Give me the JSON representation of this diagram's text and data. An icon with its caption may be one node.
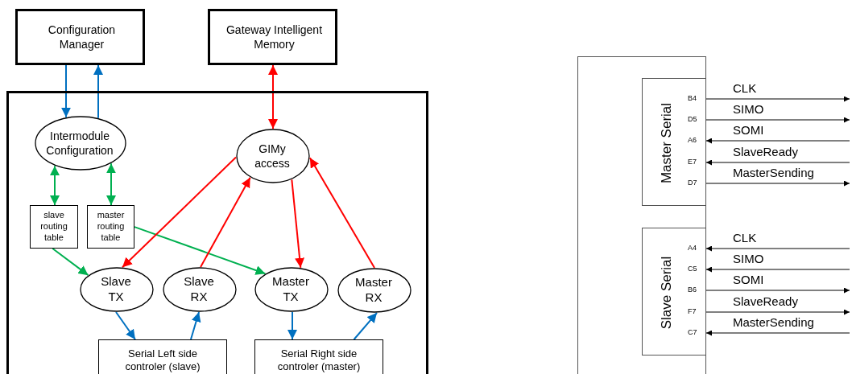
{
  "diagram": {
    "nodes": [
      {
        "text": [
          "Configuration Manager"
        ]
      },
      {
        "text": [
          "Gateway Intelligent Memory"
        ]
      },
      {
        "text": [],
        "shape": "box"
      },
      {
        "text": [
          "Intermodule Configuration"
        ],
        "in": 2
      },
      {
        "text": [
          "GIMy access"
        ],
        "in": 2
      },
      {
        "text": [
          "slave routing table"
        ],
        "in": 2
      },
      {
        "text": [
          "master routing table"
        ],
        "in": 2
      },
      {
        "text": [
          "Slave TX"
        ],
        "in": 2
      },
      {
        "text": [
          "Slave RX"
        ],
        "in": 2
      },
      {
        "text": [
          "Master TX"
        ],
        "in": 2
      },
      {
        "text": [
          "Master RX"
        ],
        "in": 2
      },
      {
        "text": [
          "Serial Left side controler (slave)"
        ],
        "in": 2
      },
      {
        "text": [
          "Serial Right side controler (master)"
        ],
        "in": 2
      },
      {
        "text": [],
        "shape": "box"
      },
      {
        "text": [
          "Master Serial",
          "B4",
          "D5",
          "A6",
          "E7",
          "D7"
        ],
        "in": 13
      },
      {
        "text": [
          "Slave Serial",
          "A4",
          "C5",
          "B6",
          "F7",
          "C7"
        ],
        "in": 13
      }
    ],
    "edges": [
      {
        "from": 0,
        "to": 3,
        "arrow": "to",
        "color": "#0070c0"
      },
      {
        "from": 3,
        "to": 0,
        "arrow": "to",
        "color": "#0070c0"
      },
      {
        "from": 1,
        "to": 4,
        "arrow": "both",
        "color": "#ff0000"
      },
      {
        "from": 3,
        "to": 5,
        "arrow": "both",
        "color": "#00b050"
      },
      {
        "from": 3,
        "to": 6,
        "arrow": "both",
        "color": "#00b050"
      },
      {
        "from": 5,
        "to": 7,
        "arrow": "to",
        "color": "#00b050"
      },
      {
        "from": 6,
        "to": 9,
        "arrow": "to",
        "color": "#00b050"
      },
      {
        "from": 4,
        "to": 7,
        "arrow": "to",
        "color": "#ff0000"
      },
      {
        "from": 8,
        "to": 4,
        "arrow": "to",
        "color": "#ff0000"
      },
      {
        "from": 4,
        "to": 9,
        "arrow": "to",
        "color": "#ff0000"
      },
      {
        "from": 10,
        "to": 4,
        "arrow": "to",
        "color": "#ff0000"
      },
      {
        "from": 7,
        "to": 11,
        "arrow": "to",
        "color": "#0070c0"
      },
      {
        "from": 11,
        "to": 8,
        "arrow": "to",
        "color": "#0070c0"
      },
      {
        "from": 9,
        "to": 12,
        "arrow": "to",
        "color": "#0070c0"
      },
      {
        "from": 12,
        "to": 10,
        "arrow": "to",
        "color": "#0070c0"
      },
      {
        "from": 14,
        "to": null,
        "arrow": "to",
        "label": "CLK"
      },
      {
        "from": 14,
        "to": null,
        "arrow": "to",
        "label": "SIMO"
      },
      {
        "from": null,
        "to": 14,
        "arrow": "to",
        "label": "SOMI"
      },
      {
        "from": null,
        "to": 14,
        "arrow": "to",
        "label": "SlaveReady"
      },
      {
        "from": 14,
        "to": null,
        "arrow": "to",
        "label": "MasterSending"
      },
      {
        "from": null,
        "to": 15,
        "arrow": "to",
        "label": "CLK"
      },
      {
        "from": null,
        "to": 15,
        "arrow": "to",
        "label": "SIMO"
      },
      {
        "from": 15,
        "to": null,
        "arrow": "to",
        "label": "SOMI"
      },
      {
        "from": 15,
        "to": null,
        "arrow": "to",
        "label": "SlaveReady"
      },
      {
        "from": null,
        "to": 15,
        "arrow": "to",
        "label": "MasterSending"
      }
    ]
  }
}
